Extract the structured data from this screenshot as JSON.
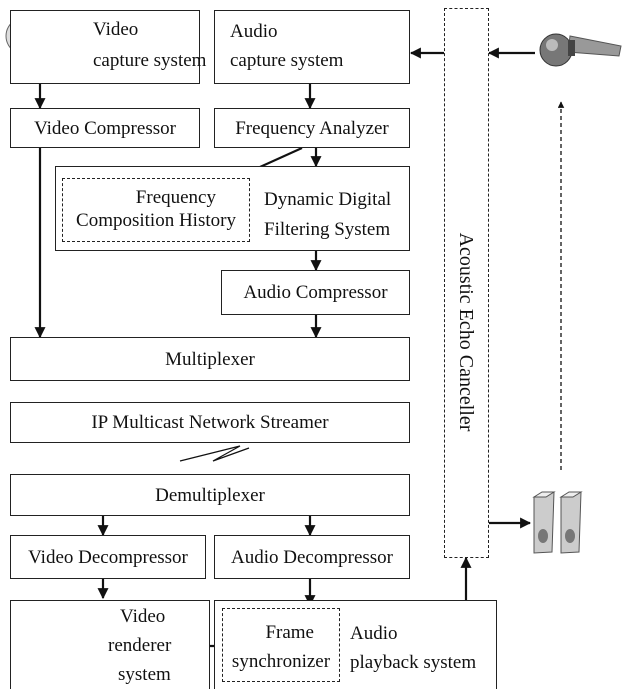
{
  "video_capture": {
    "line1": "Video",
    "line2": "capture system"
  },
  "audio_capture": {
    "line1": "Audio",
    "line2": "capture system"
  },
  "video_compressor": "Video Compressor",
  "frequency_analyzer": "Frequency Analyzer",
  "frequency_history": {
    "line1": "Frequency",
    "line2": "Composition History"
  },
  "dynamic_filter": {
    "line1": "Dynamic Digital",
    "line2": "Filtering System"
  },
  "audio_compressor": "Audio Compressor",
  "multiplexer": "Multiplexer",
  "network_streamer": "IP Multicast Network Streamer",
  "demultiplexer": "Demultiplexer",
  "video_decompressor": "Video Decompressor",
  "audio_decompressor": "Audio Decompressor",
  "video_renderer": {
    "line1": "Video",
    "line2": "renderer",
    "line3": "system"
  },
  "frame_synchronizer": {
    "line1": "Frame",
    "line2": "synchronizer"
  },
  "audio_playback": {
    "line1": "Audio",
    "line2": "playback system"
  },
  "echo_canceller": "Acoustic Echo Canceller"
}
